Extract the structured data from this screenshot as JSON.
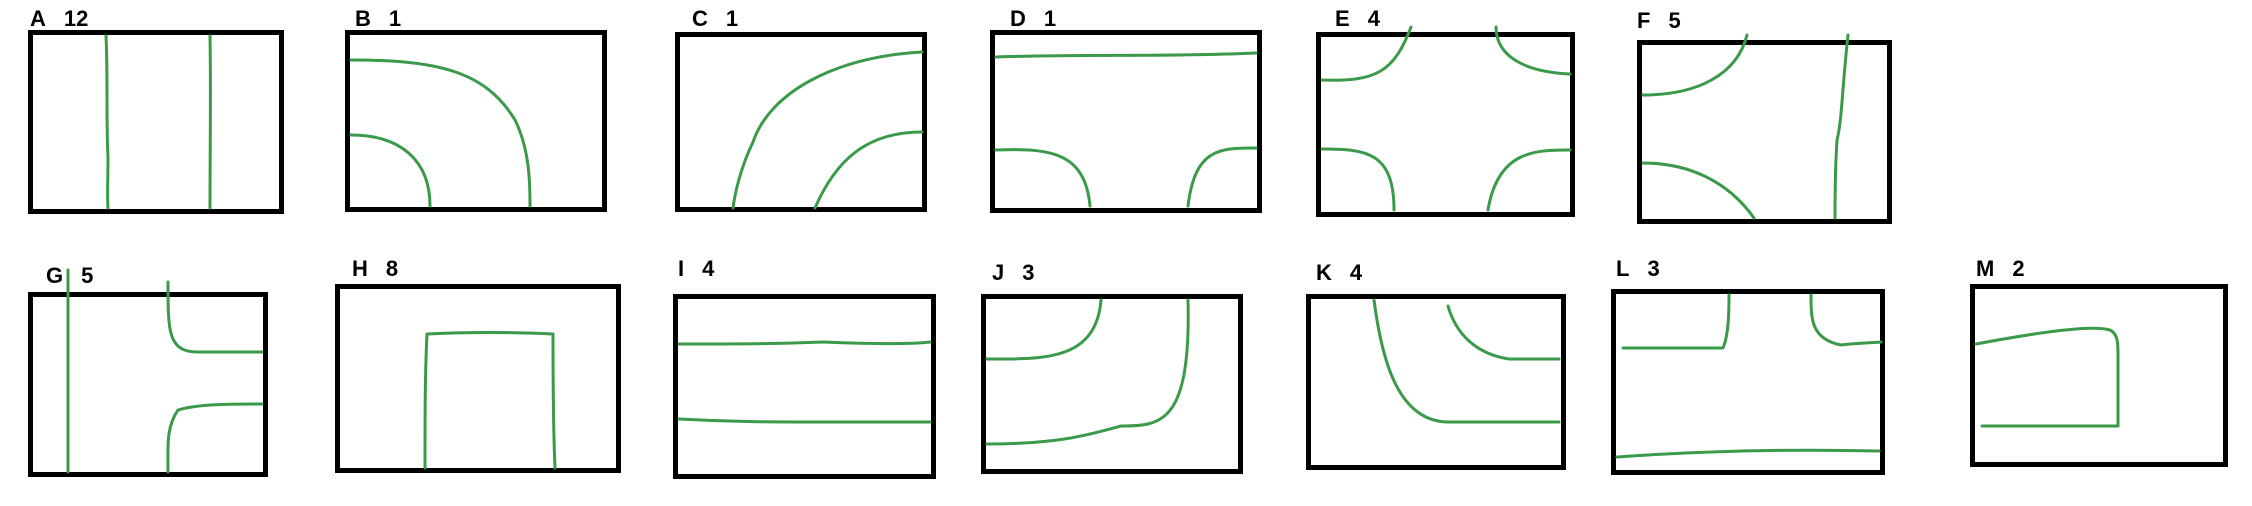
{
  "colors": {
    "border": "#000000",
    "line": "#3a9a4a",
    "background": "#ffffff"
  },
  "tiles": [
    {
      "letter": "A",
      "count": "12"
    },
    {
      "letter": "B",
      "count": "1"
    },
    {
      "letter": "C",
      "count": "1"
    },
    {
      "letter": "D",
      "count": "1"
    },
    {
      "letter": "E",
      "count": "4"
    },
    {
      "letter": "F",
      "count": "5"
    },
    {
      "letter": "G",
      "count": "5"
    },
    {
      "letter": "H",
      "count": "8"
    },
    {
      "letter": "I",
      "count": "4"
    },
    {
      "letter": "J",
      "count": "3"
    },
    {
      "letter": "K",
      "count": "4"
    },
    {
      "letter": "L",
      "count": "3"
    },
    {
      "letter": "M",
      "count": "2"
    }
  ]
}
